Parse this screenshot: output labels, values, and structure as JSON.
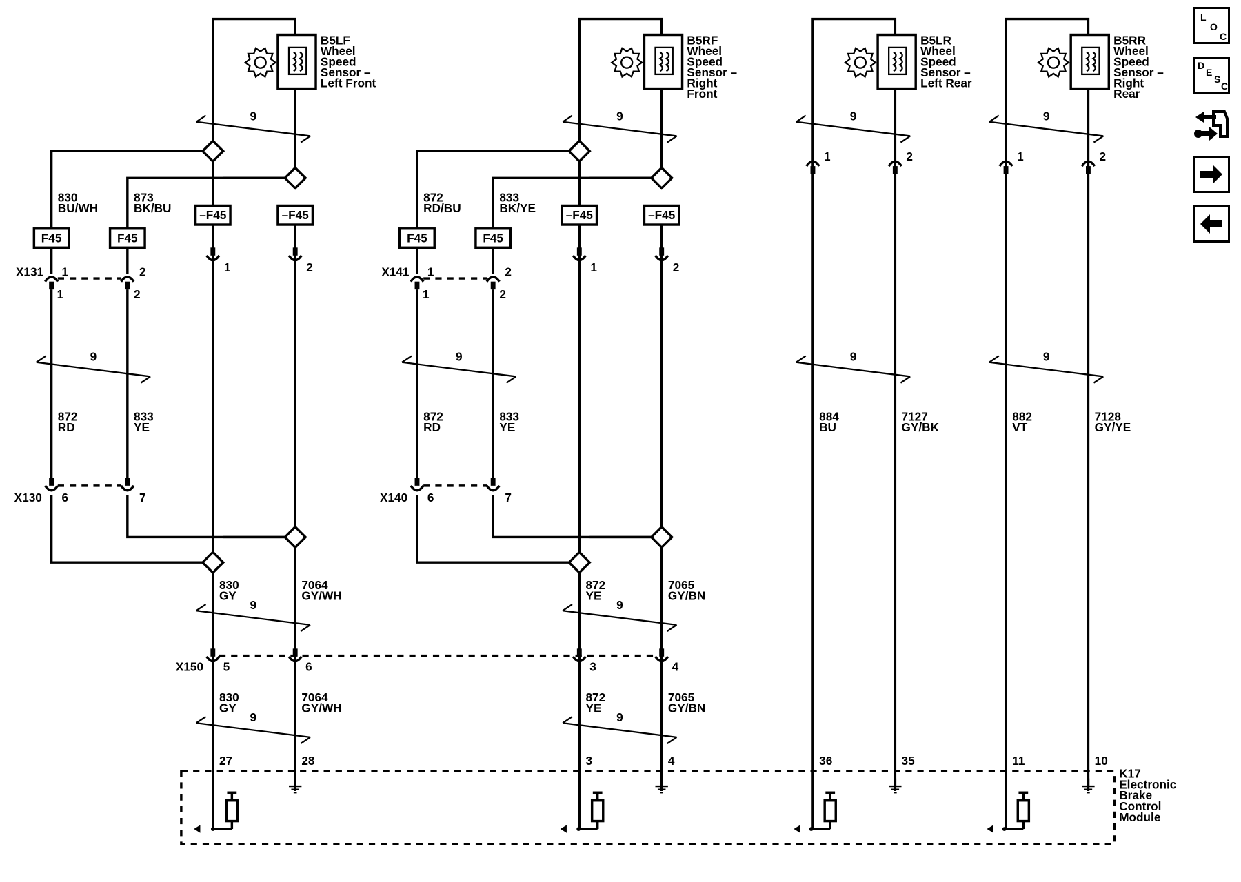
{
  "sensors": [
    {
      "id": "B5LF",
      "lines": [
        "B5LF",
        "Wheel",
        "Speed",
        "Sensor –",
        "Left Front"
      ]
    },
    {
      "id": "B5RF",
      "lines": [
        "B5RF",
        "Wheel",
        "Speed",
        "Sensor –",
        "Right",
        "Front"
      ]
    },
    {
      "id": "B5LR",
      "lines": [
        "B5LR",
        "Wheel",
        "Speed",
        "Sensor –",
        "Left Rear"
      ]
    },
    {
      "id": "B5RR",
      "lines": [
        "B5RR",
        "Wheel",
        "Speed",
        "Sensor –",
        "Right",
        "Rear"
      ]
    }
  ],
  "twist_label": "9",
  "fuse": "F45",
  "fuse_neg": "–F45",
  "left_front": {
    "top_wire_a": [
      "830",
      "BU/WH"
    ],
    "top_wire_b": [
      "873",
      "BK/BU"
    ],
    "pin_1": "1",
    "pin_2": "2",
    "conn_upper": "X131",
    "conn_lower": "X130",
    "mid_wire_a": [
      "872",
      "RD"
    ],
    "mid_wire_b": [
      "833",
      "YE"
    ],
    "lower_pin_a": "6",
    "lower_pin_b": "7",
    "out_wire_a": [
      "830",
      "GY"
    ],
    "out_wire_b": [
      "7064",
      "GY/WH"
    ],
    "x150_pin_a": "5",
    "x150_pin_b": "6",
    "module_pin_a": "27",
    "module_pin_b": "28"
  },
  "right_front": {
    "top_wire_a": [
      "872",
      "RD/BU"
    ],
    "top_wire_b": [
      "833",
      "BK/YE"
    ],
    "pin_1": "1",
    "pin_2": "2",
    "conn_upper": "X141",
    "conn_lower": "X140",
    "mid_wire_a": [
      "872",
      "RD"
    ],
    "mid_wire_b": [
      "833",
      "YE"
    ],
    "lower_pin_a": "6",
    "lower_pin_b": "7",
    "out_wire_a": [
      "872",
      "YE"
    ],
    "out_wire_b": [
      "7065",
      "GY/BN"
    ],
    "x150_pin_a": "3",
    "x150_pin_b": "4",
    "module_pin_a": "3",
    "module_pin_b": "4"
  },
  "left_rear": {
    "pin_1": "1",
    "pin_2": "2",
    "wire_a": [
      "884",
      "BU"
    ],
    "wire_b": [
      "7127",
      "GY/BK"
    ],
    "module_pin_a": "36",
    "module_pin_b": "35"
  },
  "right_rear": {
    "pin_1": "1",
    "pin_2": "2",
    "wire_a": [
      "882",
      "VT"
    ],
    "wire_b": [
      "7128",
      "GY/YE"
    ],
    "module_pin_a": "11",
    "module_pin_b": "10"
  },
  "x150_label": "X150",
  "module": {
    "lines": [
      "K17",
      "Electronic",
      "Brake",
      "Control",
      "Module"
    ]
  },
  "nav": {
    "loc": [
      "L",
      "O",
      "C"
    ],
    "desc": [
      "D",
      "E",
      "S",
      "C"
    ]
  }
}
